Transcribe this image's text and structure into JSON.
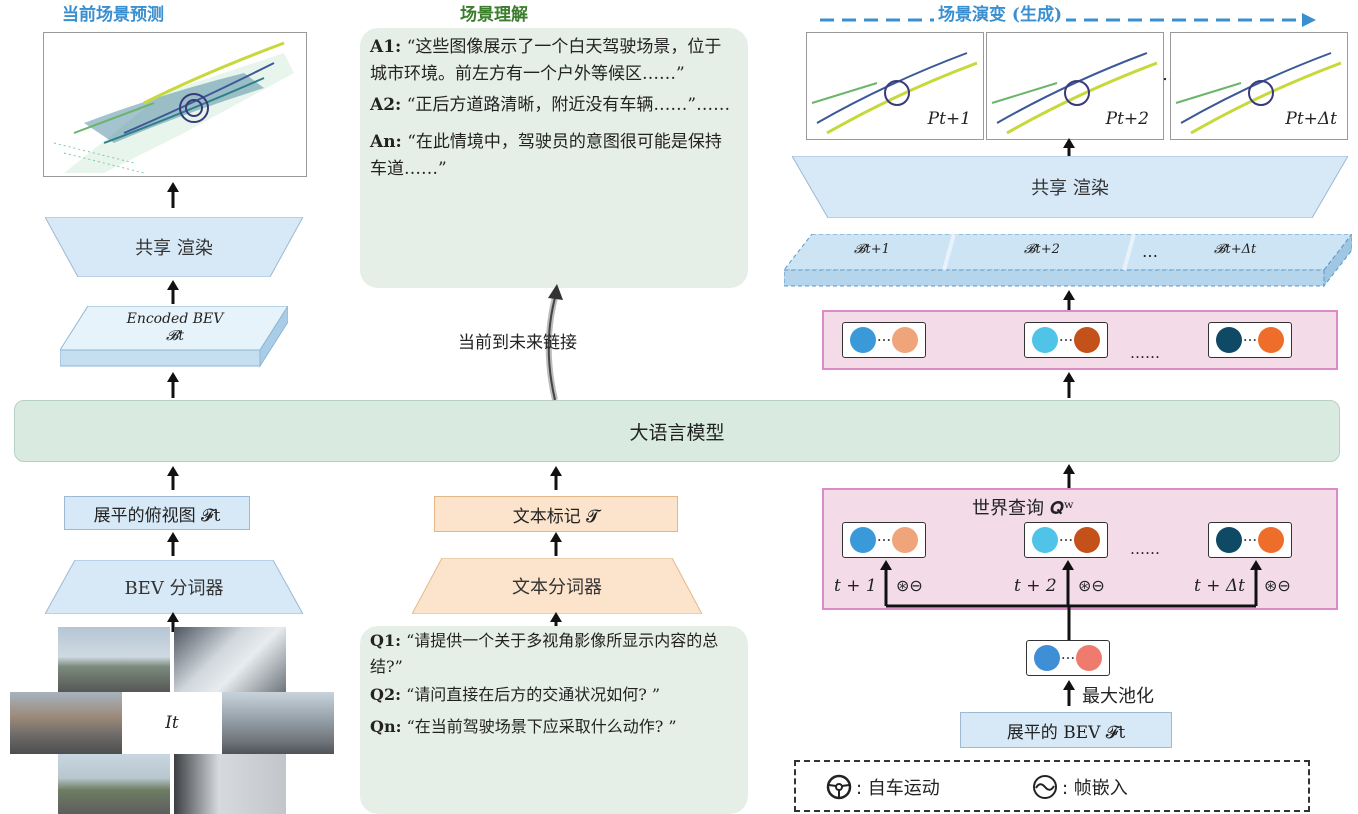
{
  "left": {
    "title": "当前场景预测",
    "renderer": "共享 渲染",
    "encoded_bev_line1": "Encoded BEV",
    "encoded_bev_line2": "𝓑t",
    "flattened": "展平的俯视图 𝓕t",
    "bev_tokenizer": "BEV 分词器",
    "image_label": "It"
  },
  "middle": {
    "title": "场景理解",
    "answers": [
      {
        "key": "A1:",
        "text": "“这些图像展示了一个白天驾驶场景，位于城市环境。前左方有一个户外等候区……”"
      },
      {
        "key": "A2:",
        "text": "“正后方道路清晰，附近没有车辆……”……"
      },
      {
        "key": "An:",
        "text": "“在此情境中，驾驶员的意图很可能是保持车道……”"
      }
    ],
    "link_label": "当前到未来链接",
    "text_token": "文本标记 𝓣",
    "text_tokenizer": "文本分词器",
    "questions": [
      {
        "key": "Q1:",
        "text": "“请提供一个关于多视角影像所显示内容的总结?”"
      },
      {
        "key": "Q2:",
        "text": "“请问直接在后方的交通状况如何? ”"
      },
      {
        "key": "Qn:",
        "text": "“在当前驾驶场景下应采取什么动作? ”"
      }
    ]
  },
  "llm": "大语言模型",
  "right": {
    "title": "场景演变 (生成)",
    "frames": [
      "P_{t+1}",
      "P_{t+2}",
      "P_{t+Δt}"
    ],
    "frame_labels": [
      "Pt+1",
      "Pt+2",
      "Pt+Δt"
    ],
    "renderer": "共享 渲染",
    "bev_slots": [
      "𝓑t+1",
      "𝓑t+2",
      "𝓑t+Δt"
    ],
    "world_query": "世界查询 𝑸ʷ",
    "time_labels": [
      "t + 1",
      "t + 2",
      "t + Δt"
    ],
    "ellipsis": "……",
    "maxpool": "最大池化",
    "flattened_bev": "展平的 BEV 𝓕t",
    "legend_ego": ": 自车运动",
    "legend_frame": ": 帧嵌入"
  },
  "colors": {
    "blue_box": "#d7e8f7",
    "orange_box": "#fbe3cc",
    "llm_bar": "#d9ebe0",
    "pink_panel": "#f3dce7",
    "bubble": "#e6efe7"
  }
}
